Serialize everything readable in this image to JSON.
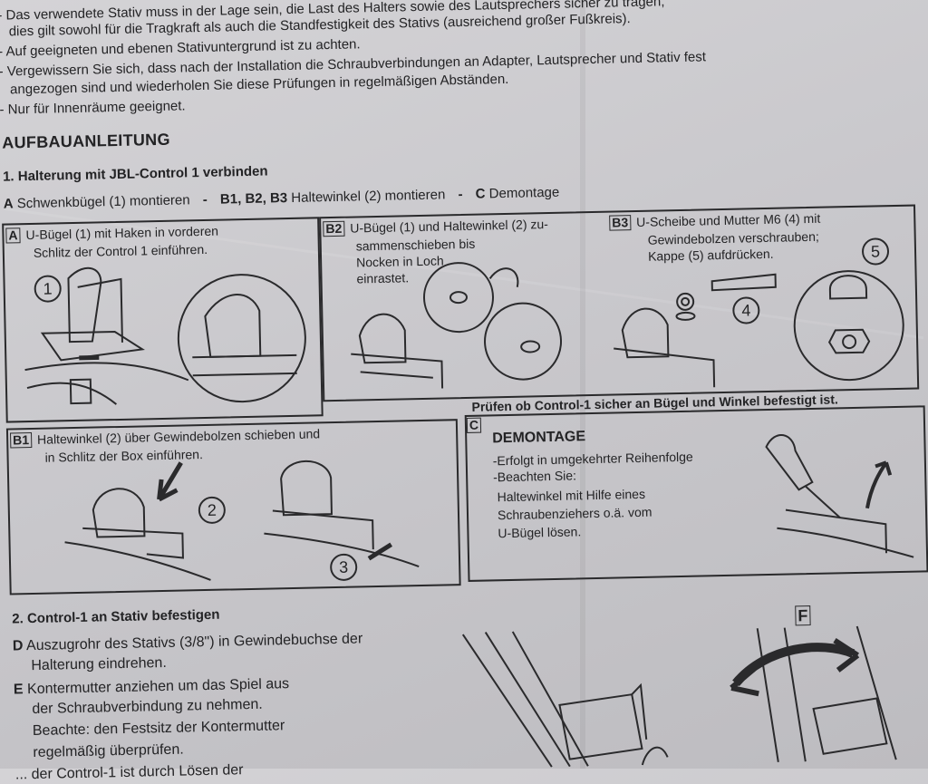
{
  "top_lines": [
    "- Das verwendete Stativ muss in der Lage sein, die Last des Halters sowie des Lautsprechers sicher zu tragen;",
    "dies gilt sowohl für die Tragkraft als auch die Standfestigkeit des Stativs (ausreichend großer Fußkreis).",
    "- Auf geeigneten und ebenen Stativuntergrund ist zu achten.",
    "- Vergewissern Sie sich, dass nach der Installation die Schraubverbindungen an Adapter, Lautsprecher und Stativ fest",
    "angezogen sind und wiederholen Sie diese Prüfungen in regelmäßigen Abständen.",
    "- Nur für Innenräume geeignet."
  ],
  "heading": "AUFBAUANLEITUNG",
  "section1": {
    "title": "1. Halterung mit JBL-Control 1 verbinden",
    "steps": {
      "a_letter": "A",
      "a_text": "Schwenkbügel (1) montieren",
      "sep1": "-",
      "b_letters": "B1, B2, B3",
      "b_text": "Haltewinkel (2) montieren",
      "sep2": "-",
      "c_letter": "C",
      "c_text": "Demontage"
    }
  },
  "panels": {
    "a": {
      "label": "A",
      "lines": [
        "U-Bügel (1) mit Haken in vorderen",
        "Schlitz der Control 1 einführen."
      ],
      "callout": "1"
    },
    "b2": {
      "label": "B2",
      "lines": [
        "U-Bügel (1) und Haltewinkel (2) zu-",
        "sammenschieben bis",
        "Nocken in Loch",
        "einrastet."
      ]
    },
    "b3": {
      "label": "B3",
      "lines": [
        "U-Scheibe und Mutter M6 (4) mit",
        "Gewindebolzen verschrauben;",
        "Kappe (5) aufdrücken."
      ],
      "callouts": [
        "4",
        "5"
      ]
    },
    "check": "Prüfen ob Control-1 sicher an Bügel und Winkel befestigt ist.",
    "b1": {
      "label": "B1",
      "lines": [
        "Haltewinkel (2) über Gewindebolzen schieben und",
        "in Schlitz der Box einführen."
      ],
      "callouts": [
        "2",
        "3"
      ]
    },
    "c": {
      "label": "C",
      "title": "DEMONTAGE",
      "lines": [
        "-Erfolgt in umgekehrter Reihenfolge",
        "-Beachten Sie:",
        "Haltewinkel mit Hilfe eines",
        "Schraubenziehers o.ä. vom",
        "U-Bügel lösen."
      ]
    }
  },
  "section2": {
    "title": "2. Control-1 an Stativ befestigen",
    "d_letter": "D",
    "d_lines": [
      "Auszugrohr des Stativs (3/8\") in Gewindebuchse der",
      "Halterung eindrehen."
    ],
    "e_letter": "E",
    "e_lines": [
      "Kontermutter anziehen um das Spiel aus",
      "der Schraubverbindung zu nehmen.",
      "Beachte: den Festsitz der Kontermutter",
      "regelmäßig überprüfen."
    ],
    "last_line": "... der Control-1 ist durch Lösen der",
    "f_label": "F"
  }
}
